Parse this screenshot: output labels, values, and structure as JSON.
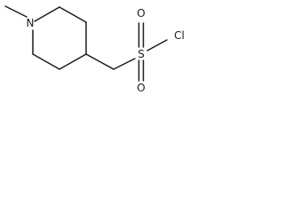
{
  "molecule": {
    "atoms": {
      "nitrogen": "N",
      "sulfur": "S",
      "oxygen_top": "O",
      "oxygen_bottom": "O",
      "chlorine": "Cl"
    }
  }
}
